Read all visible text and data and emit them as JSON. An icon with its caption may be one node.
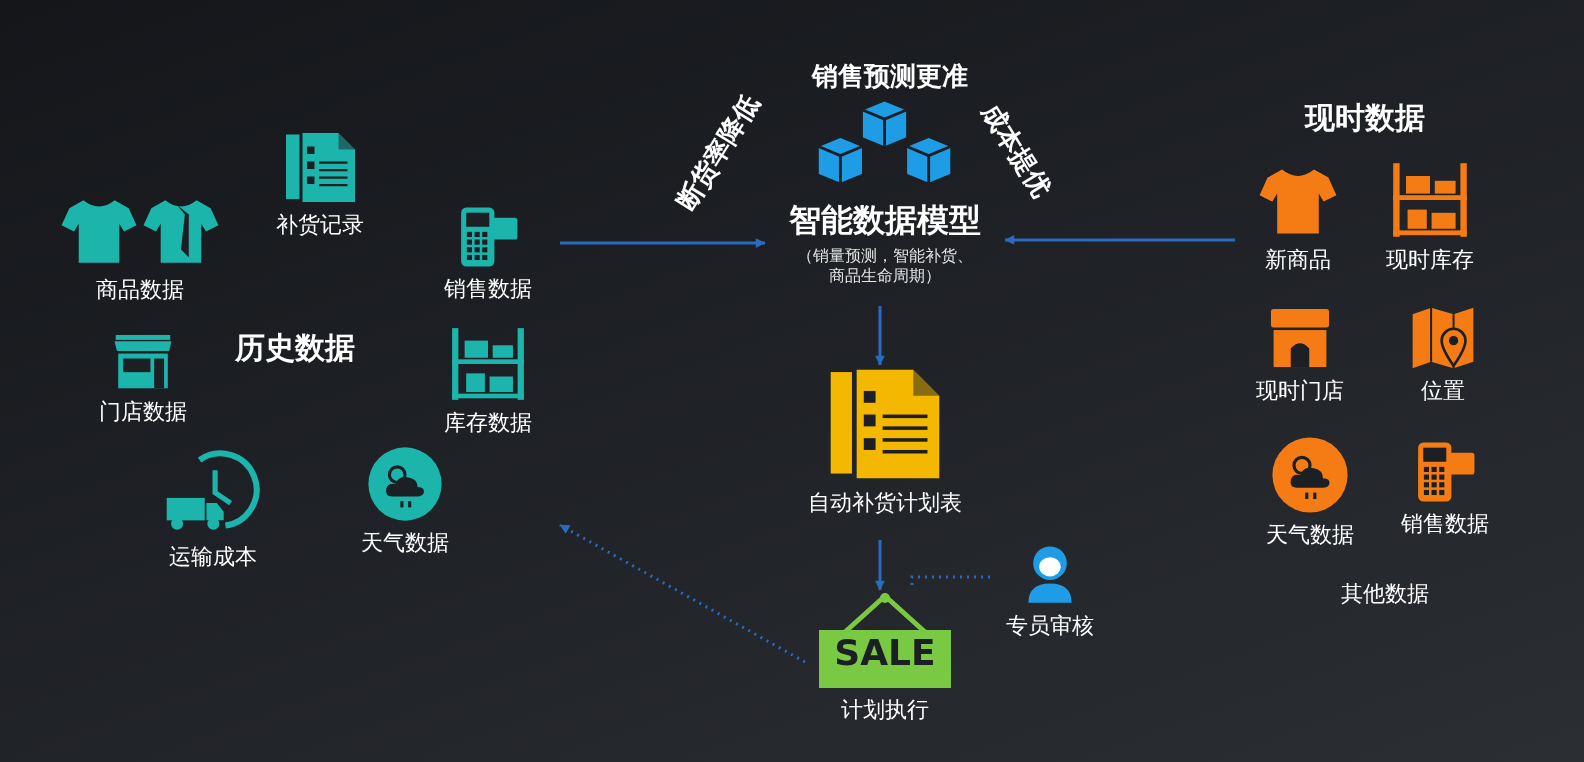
{
  "diagram": {
    "nodes": [
      {
        "text": [
          "历史数据"
        ]
      },
      {
        "text": [
          "商品数据"
        ],
        "in": 0
      },
      {
        "text": [
          "补货记录"
        ],
        "in": 0
      },
      {
        "text": [
          "销售数据"
        ],
        "in": 0
      },
      {
        "text": [
          "门店数据"
        ],
        "in": 0
      },
      {
        "text": [
          "库存数据"
        ],
        "in": 0
      },
      {
        "text": [
          "运输成本"
        ],
        "in": 0
      },
      {
        "text": [
          "天气数据"
        ],
        "in": 0
      },
      {
        "text": [
          "智能数据模型",
          "（销量预测，智能补货、商品生命周期）"
        ],
        "beside": [
          "销售预测更准",
          "断货率降低",
          "成本提优"
        ]
      },
      {
        "text": [
          "现时数据"
        ]
      },
      {
        "text": [
          "新商品"
        ],
        "in": 9
      },
      {
        "text": [
          "现时库存"
        ],
        "in": 9
      },
      {
        "text": [
          "现时门店"
        ],
        "in": 9
      },
      {
        "text": [
          "位置"
        ],
        "in": 9
      },
      {
        "text": [
          "天气数据"
        ],
        "in": 9
      },
      {
        "text": [
          "销售数据"
        ],
        "in": 9
      },
      {
        "text": [
          "自动补货计划表"
        ]
      },
      {
        "text": [
          "SALE",
          "计划执行"
        ]
      },
      {
        "text": [
          "专员审核"
        ]
      }
    ],
    "edges": [
      {
        "from": 0,
        "to": 8,
        "arrow": "to"
      },
      {
        "from": 9,
        "to": 8,
        "arrow": "to"
      },
      {
        "from": 8,
        "to": 16,
        "arrow": "to"
      },
      {
        "from": 16,
        "to": 17,
        "arrow": "to"
      },
      {
        "from": 18,
        "to": 17,
        "arrow": "none",
        "style": "dashed"
      },
      {
        "from": 17,
        "to": 0,
        "arrow": "to",
        "style": "dashed"
      }
    ],
    "labels": [
      "其他数据"
    ]
  }
}
